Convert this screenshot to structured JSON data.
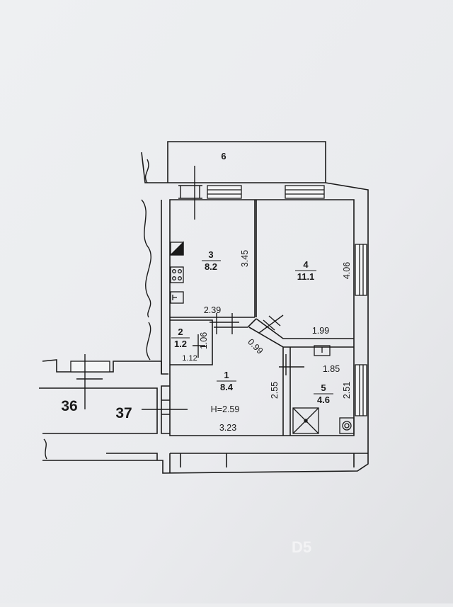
{
  "rooms": {
    "r1": {
      "number": "1",
      "area": "8.4",
      "height": "H=2.59"
    },
    "r2": {
      "number": "2",
      "area": "1.2"
    },
    "r3": {
      "number": "3",
      "area": "8.2"
    },
    "r4": {
      "number": "4",
      "area": "11.1"
    },
    "r5": {
      "number": "5",
      "area": "4.6"
    }
  },
  "outside": {
    "balcony": "6",
    "neighbor_a": "36",
    "neighbor_b": "37"
  },
  "dimensions": {
    "r3_height": "3.45",
    "r3_width": "2.39",
    "r4_height": "4.06",
    "r4_width": "1.99",
    "r2_height": "1.06",
    "r2_width": "1.12",
    "diagonal": "0.99",
    "r1_height": "2.55",
    "r1_width": "3.23",
    "r5_width": "1.85",
    "r5_height": "2.51"
  },
  "watermark": "D5",
  "colors": {
    "paper": "#ecedef",
    "ink": "#1a1a1a"
  }
}
